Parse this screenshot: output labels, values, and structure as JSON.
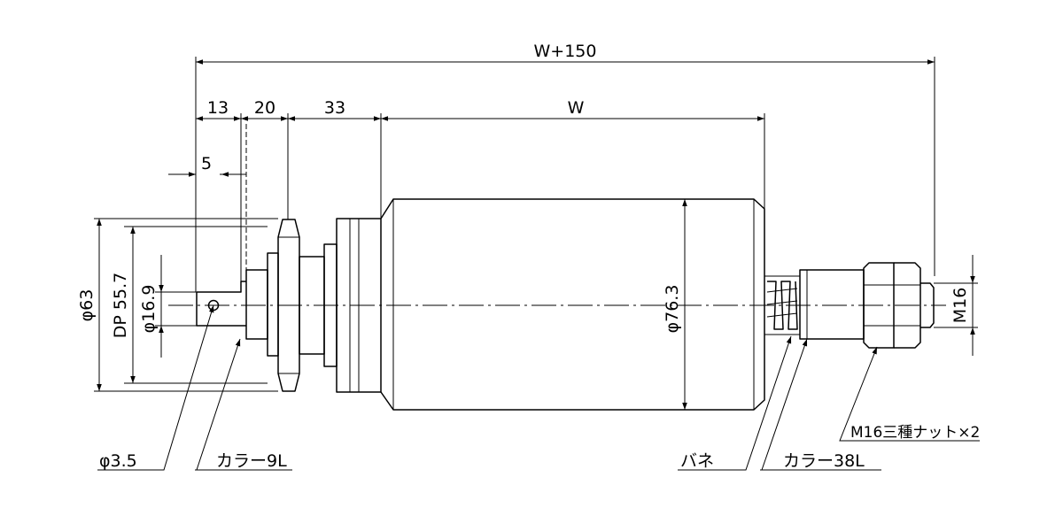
{
  "dimensions": {
    "overall": "W+150",
    "d13": "13",
    "d20": "20",
    "d33": "33",
    "w": "W",
    "d5": "5",
    "dia63": "φ63",
    "dp557": "DP 55.7",
    "dia169": "φ16.9",
    "dia763": "φ76.3",
    "m16": "M16"
  },
  "callouts": {
    "hole": "φ3.5",
    "collar_left": "カラー9L",
    "spring": "バネ",
    "collar_right": "カラー38L",
    "nuts": "M16三種ナット×2"
  }
}
